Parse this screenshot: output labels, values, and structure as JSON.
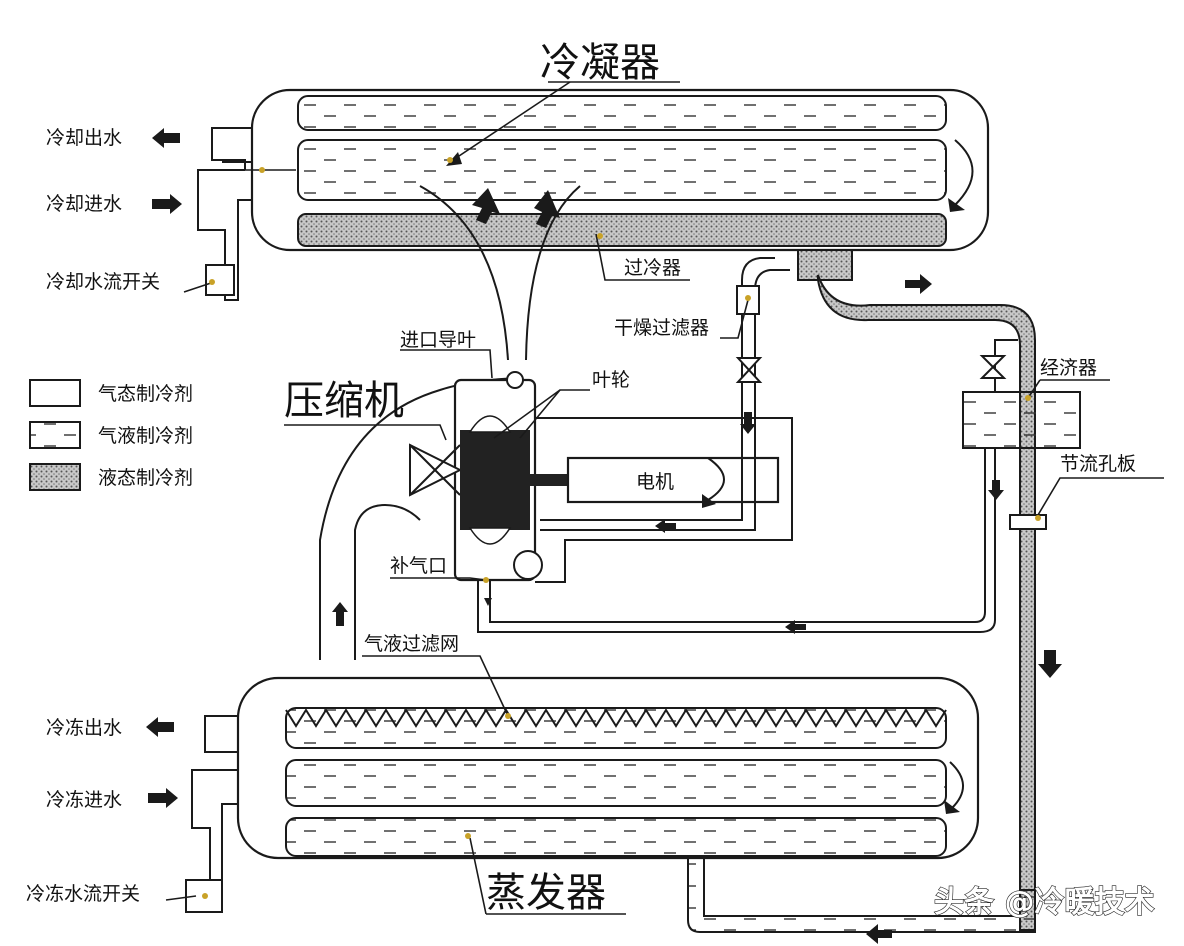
{
  "labels": {
    "condenser": "冷凝器",
    "evaporator": "蒸发器",
    "compressor": "压缩机",
    "cooling_water_out": "冷却出水",
    "cooling_water_in": "冷却进水",
    "cooling_water_flow_switch": "冷却水流开关",
    "chilled_water_out": "冷冻出水",
    "chilled_water_in": "冷冻进水",
    "chilled_water_flow_switch": "冷冻水流开关",
    "subcooler": "过冷器",
    "dry_filter": "干燥过滤器",
    "inlet_guide_vane": "进口导叶",
    "impeller": "叶轮",
    "motor": "电机",
    "economizer": "经济器",
    "orifice_plate": "节流孔板",
    "make_up_port": "补气口",
    "gas_liquid_filter_screen": "气液过滤网"
  },
  "legend": [
    {
      "label": "气态制冷剂",
      "fill": "gas"
    },
    {
      "label": "气液制冷剂",
      "fill": "gas-liquid"
    },
    {
      "label": "液态制冷剂",
      "fill": "liquid"
    }
  ],
  "watermark": "头条 @冷暖技术",
  "colors": {
    "line": "#1a1a1a",
    "marker": "#c9a227",
    "liquid_fill": "#9a9a9a"
  }
}
